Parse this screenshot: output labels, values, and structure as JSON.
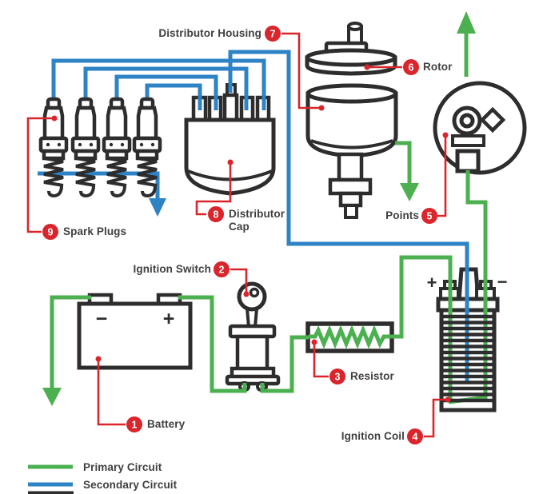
{
  "colors": {
    "primary_circuit_green": "#4cb050",
    "secondary_circuit_blue": "#2e83c5",
    "label_red": "#d9252b",
    "component_ink": "#2d2d2d",
    "label_text": "#3f3f3f"
  },
  "labels": {
    "battery": {
      "num": "1",
      "text": "Battery"
    },
    "ignition_switch": {
      "num": "2",
      "text": "Ignition Switch"
    },
    "resistor": {
      "num": "3",
      "text": "Resistor"
    },
    "ignition_coil": {
      "num": "4",
      "text": "Ignition Coil"
    },
    "points": {
      "num": "5",
      "text": "Points"
    },
    "rotor": {
      "num": "6",
      "text": "Rotor"
    },
    "distributor_housing": {
      "num": "7",
      "text": "Distributor Housing"
    },
    "distributor_cap": {
      "num": "8",
      "text_line1": "Distributor",
      "text_line2": "Cap"
    },
    "spark_plugs": {
      "num": "9",
      "text": "Spark Plugs"
    }
  },
  "component_symbols": {
    "battery_negative": "−",
    "battery_positive": "+",
    "coil_positive": "+",
    "coil_negative": "−"
  },
  "legend": {
    "primary_label": "Primary Circuit",
    "secondary_label": "Secondary Circuit"
  }
}
